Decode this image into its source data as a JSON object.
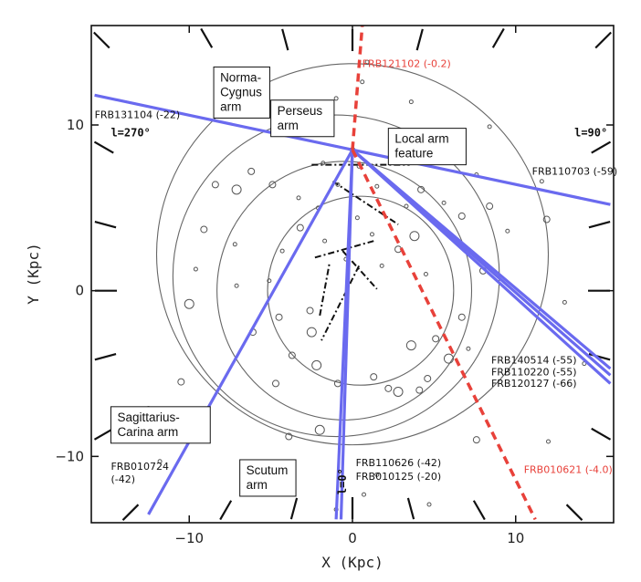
{
  "chart_data": {
    "type": "scatter",
    "title": "",
    "xlabel": "X (Kpc)",
    "ylabel": "Y (Kpc)",
    "xlim": [
      -16,
      16
    ],
    "ylim": [
      -14,
      16
    ],
    "xticks": [
      -10,
      0,
      10
    ],
    "yticks": [
      -10,
      0,
      10
    ],
    "grid": false,
    "sun": [
      0,
      8.5
    ],
    "galactic_center": [
      0,
      0
    ],
    "longitude_markers": [
      {
        "label": "l=270°",
        "x": -14.8,
        "y": 9.3
      },
      {
        "label": "l=90°",
        "x": 13.6,
        "y": 9.3
      },
      {
        "label": "l=0°",
        "x": -0.4,
        "y": -12.3
      }
    ],
    "spiral_arms": [
      {
        "name": "Norma-Cygnus arm",
        "lines": [
          "Norma-",
          "Cygnus",
          "arm"
        ],
        "label_x": -8.5,
        "label_y": 13.5
      },
      {
        "name": "Perseus arm",
        "lines": [
          "Perseus",
          "arm"
        ],
        "label_x": -5.0,
        "label_y": 11.5
      },
      {
        "name": "Local arm feature",
        "lines": [
          "Local arm",
          "feature"
        ],
        "label_x": 2.2,
        "label_y": 9.8
      },
      {
        "name": "Sagittarius-Carina arm",
        "lines": [
          "Sagittarius-",
          "Carina arm"
        ],
        "label_x": -14.8,
        "label_y": -7.0
      },
      {
        "name": "Scutum arm",
        "lines": [
          "Scutum",
          "arm"
        ],
        "label_x": -6.9,
        "label_y": -10.2
      }
    ],
    "series": [
      {
        "name": "FRB131104 (-22)",
        "color": "#6a6aef",
        "style": "solid",
        "x": [
          0,
          -15.8
        ],
        "y": [
          8.5,
          11.8
        ],
        "label": "FRB131104 (-22)",
        "label_x": -15.8,
        "label_y": 10.4
      },
      {
        "name": "FRB110703 (-59)",
        "color": "#6a6aef",
        "style": "solid",
        "x": [
          0,
          15.8
        ],
        "y": [
          8.5,
          5.2
        ],
        "label": "FRB110703 (-59)",
        "label_x": 11.0,
        "label_y": 7.0
      },
      {
        "name": "FRB140514 (-55)",
        "color": "#6a6aef",
        "style": "solid",
        "x": [
          0,
          15.8
        ],
        "y": [
          8.5,
          -4.7
        ],
        "label": "FRB140514 (-55)",
        "label_x": 8.5,
        "label_y": -4.4
      },
      {
        "name": "FRB110220 (-55)",
        "color": "#6a6aef",
        "style": "solid",
        "x": [
          0,
          15.8
        ],
        "y": [
          8.5,
          -5.1
        ],
        "label": "FRB110220 (-55)",
        "label_x": 8.5,
        "label_y": -5.1
      },
      {
        "name": "FRB120127 (-66)",
        "color": "#6a6aef",
        "style": "solid",
        "x": [
          0,
          15.8
        ],
        "y": [
          8.5,
          -5.6
        ],
        "label": "FRB120127 (-66)",
        "label_x": 8.5,
        "label_y": -5.8
      },
      {
        "name": "FRB010724 (-42)",
        "color": "#6a6aef",
        "style": "solid",
        "x": [
          0,
          -12.5
        ],
        "y": [
          8.5,
          -13.5
        ],
        "label": "FRB010724 (-42)",
        "label_x": -14.8,
        "label_y": -10.8
      },
      {
        "name": "FRB110626 (-42)",
        "color": "#6a6aef",
        "style": "solid",
        "x": [
          0,
          -1.0
        ],
        "y": [
          8.5,
          -13.8
        ],
        "label": "FRB110626 (-42)",
        "label_x": 0.2,
        "label_y": -10.6
      },
      {
        "name": "FRB010125 (-20)",
        "color": "#6a6aef",
        "style": "solid",
        "x": [
          0,
          -0.7
        ],
        "y": [
          8.5,
          -13.8
        ],
        "label": "FRB010125 (-20)",
        "label_x": 0.2,
        "label_y": -11.4
      },
      {
        "name": "FRB121102 (-0.2)",
        "color": "#e8413a",
        "style": "dashed",
        "x": [
          0,
          0.6
        ],
        "y": [
          8.5,
          16.0
        ],
        "label": "FRB121102 (-0.2)",
        "label_x": 0.6,
        "label_y": 13.5
      },
      {
        "name": "FRB010621 (-4.0)",
        "color": "#e8413a",
        "style": "dashed",
        "x": [
          0,
          11.2
        ],
        "y": [
          8.5,
          -13.8
        ],
        "label": "FRB010621 (-4.0)",
        "label_x": 10.5,
        "label_y": -11.0
      }
    ],
    "ellipses": [
      {
        "cx": 0.0,
        "cy": 2.2,
        "rx": 12.0,
        "ry": 11.5
      },
      {
        "cx": -1.0,
        "cy": 0.9,
        "rx": 10.0,
        "ry": 9.7
      },
      {
        "cx": -0.5,
        "cy": 0.0,
        "rx": 7.8,
        "ry": 7.8
      },
      {
        "cx": 0.5,
        "cy": 0.0,
        "rx": 5.7,
        "ry": 5.7
      }
    ],
    "clusters": [
      {
        "x": -1.8,
        "y": 7.7,
        "r": 1
      },
      {
        "x": 0.4,
        "y": 7.5,
        "r": 1
      },
      {
        "x": -0.9,
        "y": 6.4,
        "r": 1
      },
      {
        "x": 1.5,
        "y": 6.3,
        "r": 1
      },
      {
        "x": -4.9,
        "y": 6.4,
        "r": 2
      },
      {
        "x": -7.1,
        "y": 6.1,
        "r": 3
      },
      {
        "x": -8.4,
        "y": 6.4,
        "r": 2
      },
      {
        "x": -6.2,
        "y": 7.2,
        "r": 2
      },
      {
        "x": -3.3,
        "y": 5.6,
        "r": 1
      },
      {
        "x": -2.1,
        "y": 5.0,
        "r": 1
      },
      {
        "x": -3.2,
        "y": 3.8,
        "r": 2
      },
      {
        "x": -1.7,
        "y": 3.0,
        "r": 1
      },
      {
        "x": 0.3,
        "y": 4.4,
        "r": 1
      },
      {
        "x": 1.2,
        "y": 3.4,
        "r": 1
      },
      {
        "x": 2.8,
        "y": 2.5,
        "r": 2
      },
      {
        "x": 3.3,
        "y": 5.1,
        "r": 1
      },
      {
        "x": 3.8,
        "y": 3.3,
        "r": 3
      },
      {
        "x": 4.2,
        "y": 6.1,
        "r": 2
      },
      {
        "x": 5.6,
        "y": 5.3,
        "r": 1
      },
      {
        "x": 6.7,
        "y": 4.5,
        "r": 2
      },
      {
        "x": 7.6,
        "y": 7.0,
        "r": 1
      },
      {
        "x": 8.4,
        "y": 5.1,
        "r": 2
      },
      {
        "x": 9.5,
        "y": 3.6,
        "r": 1
      },
      {
        "x": 11.6,
        "y": 6.6,
        "r": 1
      },
      {
        "x": 11.9,
        "y": 4.3,
        "r": 2
      },
      {
        "x": 8.0,
        "y": 1.2,
        "r": 2
      },
      {
        "x": 6.7,
        "y": -1.6,
        "r": 2
      },
      {
        "x": 5.9,
        "y": -4.1,
        "r": 3
      },
      {
        "x": 4.6,
        "y": -5.3,
        "r": 2
      },
      {
        "x": 2.8,
        "y": -6.1,
        "r": 3
      },
      {
        "x": 1.3,
        "y": -5.2,
        "r": 2
      },
      {
        "x": -0.9,
        "y": -5.6,
        "r": 2
      },
      {
        "x": -2.2,
        "y": -4.5,
        "r": 3
      },
      {
        "x": -3.7,
        "y": -3.9,
        "r": 2
      },
      {
        "x": -4.5,
        "y": -1.6,
        "r": 2
      },
      {
        "x": -5.1,
        "y": 0.6,
        "r": 1
      },
      {
        "x": -6.1,
        "y": -2.5,
        "r": 2
      },
      {
        "x": -7.1,
        "y": 0.3,
        "r": 1
      },
      {
        "x": -10.0,
        "y": -0.8,
        "r": 3
      },
      {
        "x": -9.6,
        "y": 1.3,
        "r": 1
      },
      {
        "x": -10.5,
        "y": -5.5,
        "r": 2
      },
      {
        "x": -8.9,
        "y": -7.6,
        "r": 1
      },
      {
        "x": -9.1,
        "y": 3.7,
        "r": 2
      },
      {
        "x": -7.2,
        "y": 2.8,
        "r": 1
      },
      {
        "x": -4.3,
        "y": 2.4,
        "r": 1
      },
      {
        "x": -2.6,
        "y": -1.2,
        "r": 2
      },
      {
        "x": -2.5,
        "y": -2.5,
        "r": 3
      },
      {
        "x": -4.7,
        "y": -5.6,
        "r": 2
      },
      {
        "x": -2.0,
        "y": -8.4,
        "r": 3
      },
      {
        "x": -3.9,
        "y": -8.8,
        "r": 2
      },
      {
        "x": 2.2,
        "y": -5.9,
        "r": 2
      },
      {
        "x": 4.1,
        "y": -6.0,
        "r": 2
      },
      {
        "x": 5.1,
        "y": -2.9,
        "r": 2
      },
      {
        "x": 7.1,
        "y": -3.5,
        "r": 1
      },
      {
        "x": 7.6,
        "y": -9.0,
        "r": 2
      },
      {
        "x": 0.7,
        "y": -12.3,
        "r": 1
      },
      {
        "x": -1.0,
        "y": -13.2,
        "r": 1
      },
      {
        "x": 1.5,
        "y": -11.1,
        "r": 1
      },
      {
        "x": 4.7,
        "y": -12.9,
        "r": 1
      },
      {
        "x": 3.6,
        "y": -3.3,
        "r": 3
      },
      {
        "x": 4.5,
        "y": 1.0,
        "r": 1
      },
      {
        "x": 1.8,
        "y": 1.5,
        "r": 1
      },
      {
        "x": -0.4,
        "y": 1.9,
        "r": 1
      },
      {
        "x": 0.9,
        "y": 13.8,
        "r": 1
      },
      {
        "x": 0.6,
        "y": 12.6,
        "r": 1
      },
      {
        "x": -1.0,
        "y": 11.6,
        "r": 1
      },
      {
        "x": -2.7,
        "y": 11.0,
        "r": 1
      },
      {
        "x": 3.6,
        "y": 11.4,
        "r": 1
      },
      {
        "x": 8.4,
        "y": 9.9,
        "r": 1
      },
      {
        "x": -12.5,
        "y": -7.1,
        "r": 1
      },
      {
        "x": -11.8,
        "y": -10.3,
        "r": 1
      },
      {
        "x": 12.0,
        "y": -9.1,
        "r": 1
      },
      {
        "x": 14.2,
        "y": -4.4,
        "r": 1
      },
      {
        "x": 13.0,
        "y": -0.7,
        "r": 1
      }
    ],
    "structure_segments": [
      {
        "x": [
          -2.5,
          3.5
        ],
        "y": [
          7.6,
          7.6
        ]
      },
      {
        "x": [
          -1.2,
          2.8
        ],
        "y": [
          6.6,
          4.0
        ]
      },
      {
        "x": [
          -0.6,
          1.5
        ],
        "y": [
          2.4,
          0.1
        ]
      },
      {
        "x": [
          -2.3,
          1.3
        ],
        "y": [
          2.0,
          3.0
        ]
      },
      {
        "x": [
          0.4,
          -1.9
        ],
        "y": [
          1.5,
          -3.0
        ]
      },
      {
        "x": [
          -2.0,
          -1.4
        ],
        "y": [
          -1.5,
          1.7
        ]
      }
    ]
  }
}
